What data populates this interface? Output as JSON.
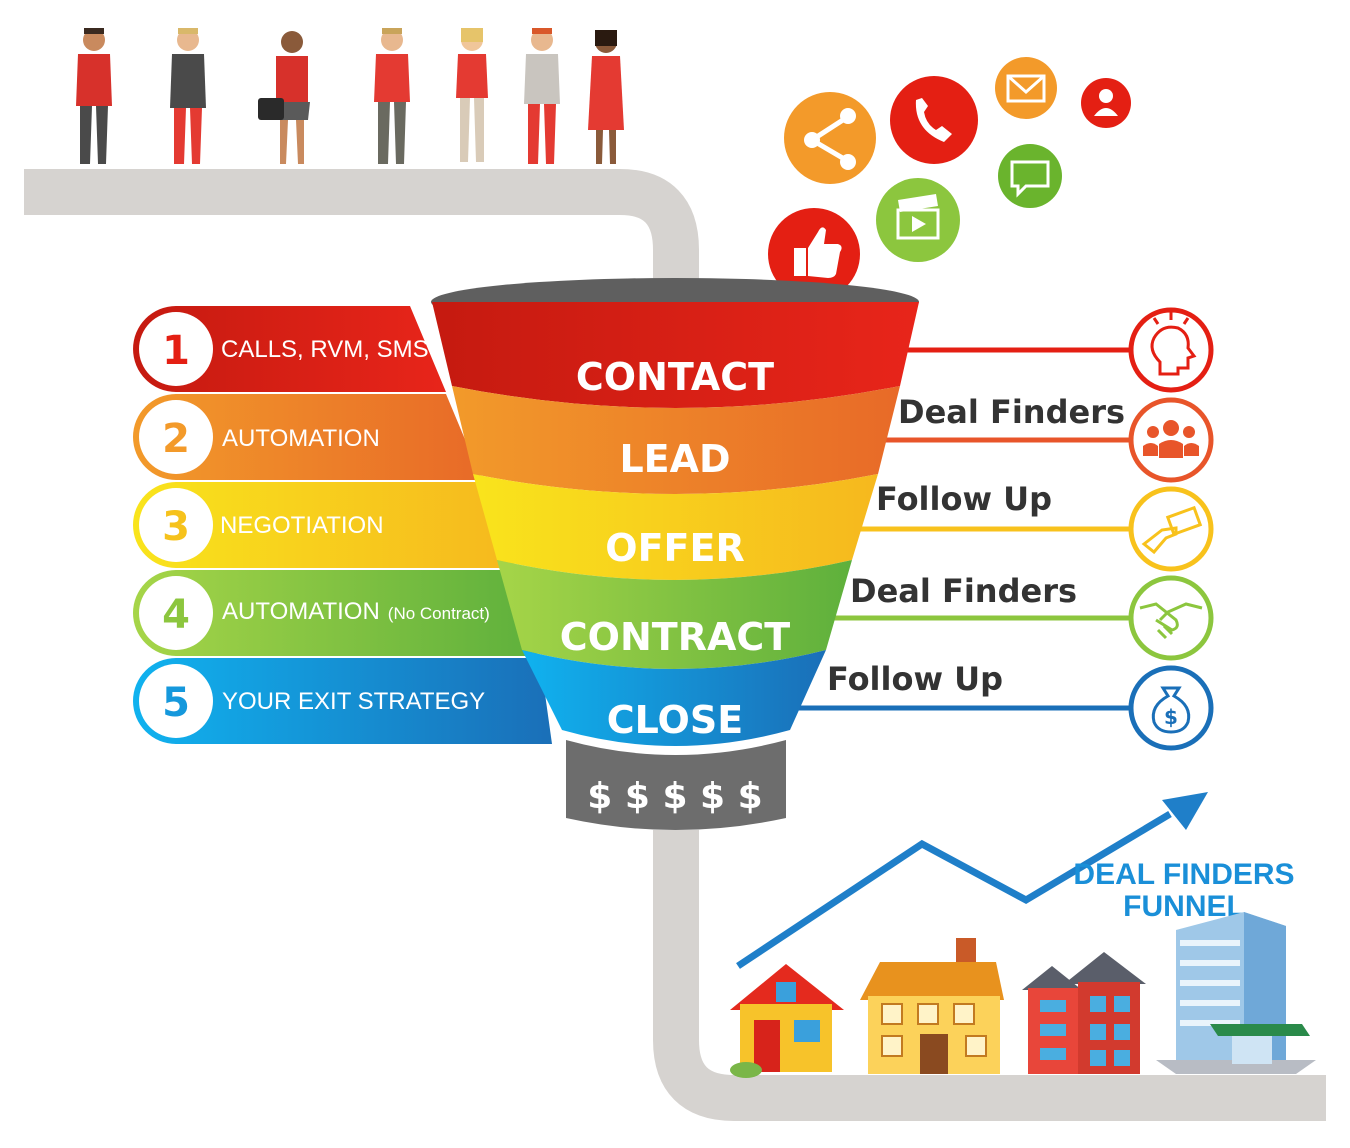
{
  "funnel": {
    "stages": [
      {
        "label": "CONTACT",
        "color": "#e41f13"
      },
      {
        "label": "LEAD",
        "color": "#f06a1f"
      },
      {
        "label": "OFFER",
        "color": "#f8c21c"
      },
      {
        "label": "CONTRACT",
        "color": "#8cc63e"
      },
      {
        "label": "CLOSE",
        "color": "#1598dc"
      }
    ],
    "spout_label": "$ $ $ $ $"
  },
  "steps": [
    {
      "number": "1",
      "label": "CALLS, RVM, SMS",
      "note": "",
      "color": "#e41f13"
    },
    {
      "number": "2",
      "label": "AUTOMATION",
      "note": "",
      "color": "#f39a2a"
    },
    {
      "number": "3",
      "label": "NEGOTIATION",
      "note": "",
      "color": "#f8d21c"
    },
    {
      "number": "4",
      "label": "AUTOMATION",
      "note": "(No Contract)",
      "color": "#8cc63e"
    },
    {
      "number": "5",
      "label": "YOUR EXIT STRATEGY",
      "note": "",
      "color": "#1598dc"
    }
  ],
  "right_labels": [
    "Deal Finders",
    "Follow Up",
    "Deal Finders",
    "Follow Up"
  ],
  "right_icons": [
    {
      "icon": "idea-head-icon",
      "color": "#e41f13"
    },
    {
      "icon": "group-icon",
      "color": "#e8552a"
    },
    {
      "icon": "handing-card-icon",
      "color": "#f8c21c"
    },
    {
      "icon": "handshake-icon",
      "color": "#8cc63e"
    },
    {
      "icon": "money-bag-icon",
      "color": "#1a6fb8"
    }
  ],
  "social_icons": [
    {
      "icon": "share-icon",
      "color": "#f39a2a"
    },
    {
      "icon": "phone-icon",
      "color": "#e41f13"
    },
    {
      "icon": "mail-icon",
      "color": "#f39a2a"
    },
    {
      "icon": "user-icon",
      "color": "#e41f13"
    },
    {
      "icon": "chat-icon",
      "color": "#6ab42d"
    },
    {
      "icon": "video-icon",
      "color": "#8cc63e"
    },
    {
      "icon": "thumbs-up-icon",
      "color": "#e41f13"
    }
  ],
  "brand": {
    "line1": "DEAL FINDERS",
    "line2": "FUNNEL"
  }
}
